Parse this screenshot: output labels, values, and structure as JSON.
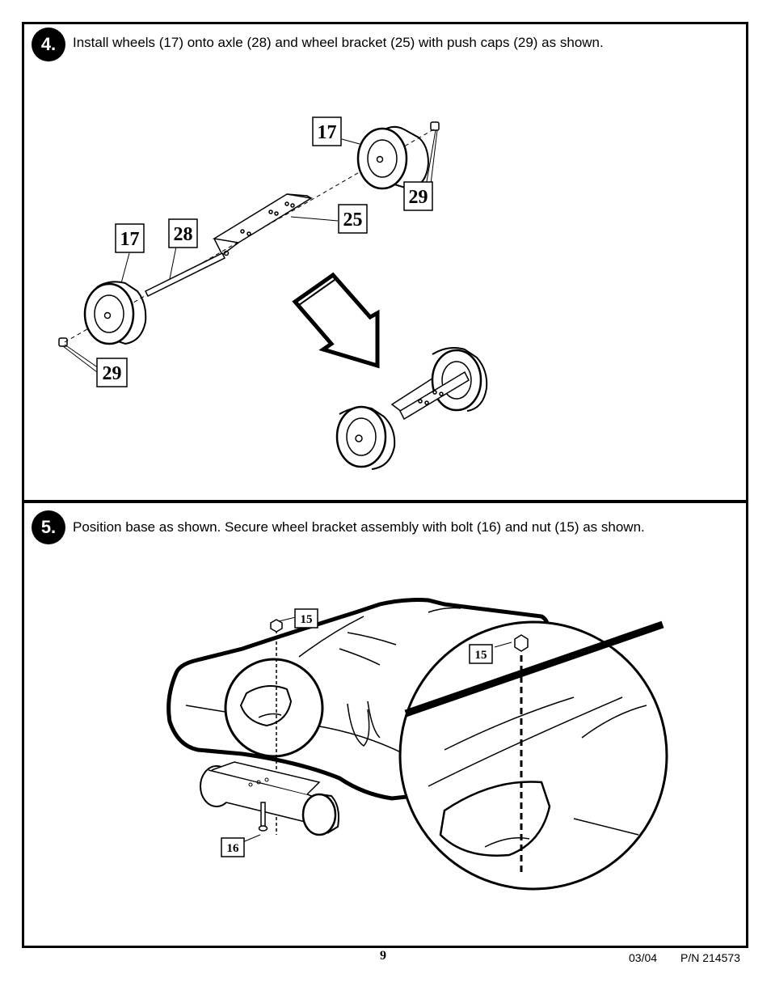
{
  "steps": [
    {
      "number": "4.",
      "instruction": "Install wheels (17) onto axle (28) and wheel bracket (25) with push caps (29) as shown.",
      "callouts": [
        "17",
        "29",
        "25",
        "17",
        "28",
        "29"
      ]
    },
    {
      "number": "5.",
      "instruction": "Position base as shown. Secure wheel bracket assembly with bolt (16) and nut (15) as shown.",
      "callouts": [
        "15",
        "16",
        "15"
      ]
    }
  ],
  "footer": {
    "page_number": "9",
    "date": "03/04",
    "part_number": "P/N 214573"
  }
}
